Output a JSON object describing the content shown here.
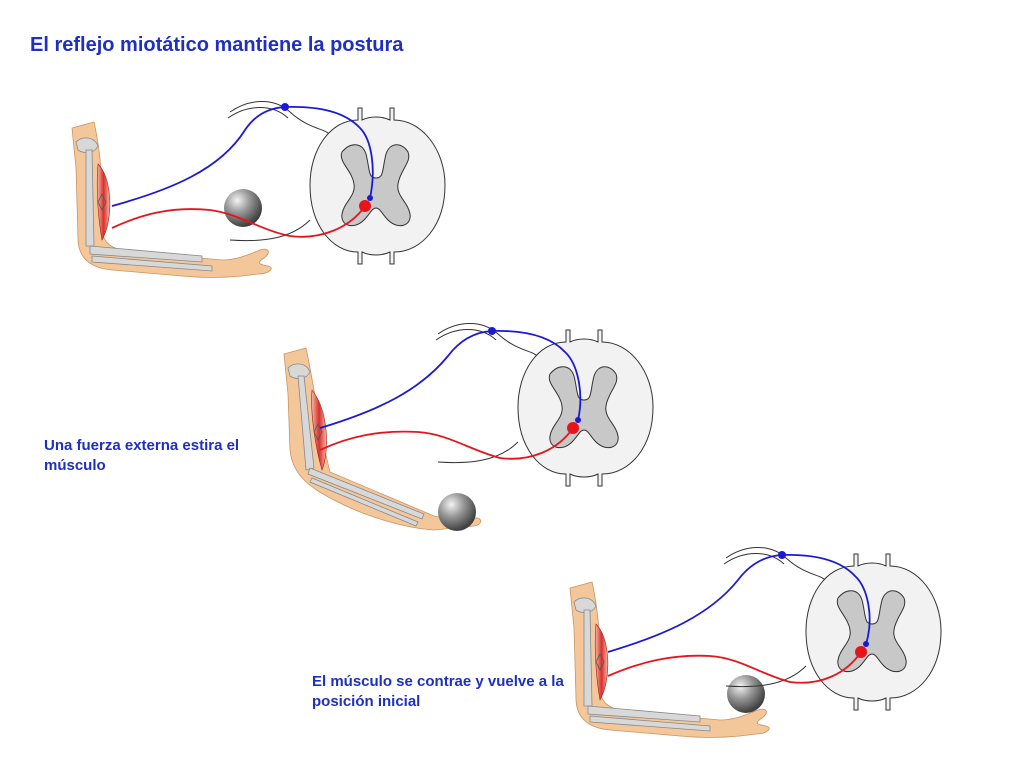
{
  "title": "El reflejo miotático mantiene la postura",
  "captions": {
    "stretch": "Una fuerza externa estira el músculo",
    "contract": "El músculo se contrae y vuelve a la posición inicial"
  },
  "colors": {
    "title_text": "#1f2fc0",
    "sensory_neuron": "#1a1ad6",
    "motor_neuron": "#e8141c",
    "skin": "#f3c79a",
    "muscle": "#d9302c",
    "bone": "#d8d8d8",
    "grey_matter": "#c8c8c8",
    "white_matter": "#f2f2f2",
    "ball": "#7a7a7a"
  }
}
